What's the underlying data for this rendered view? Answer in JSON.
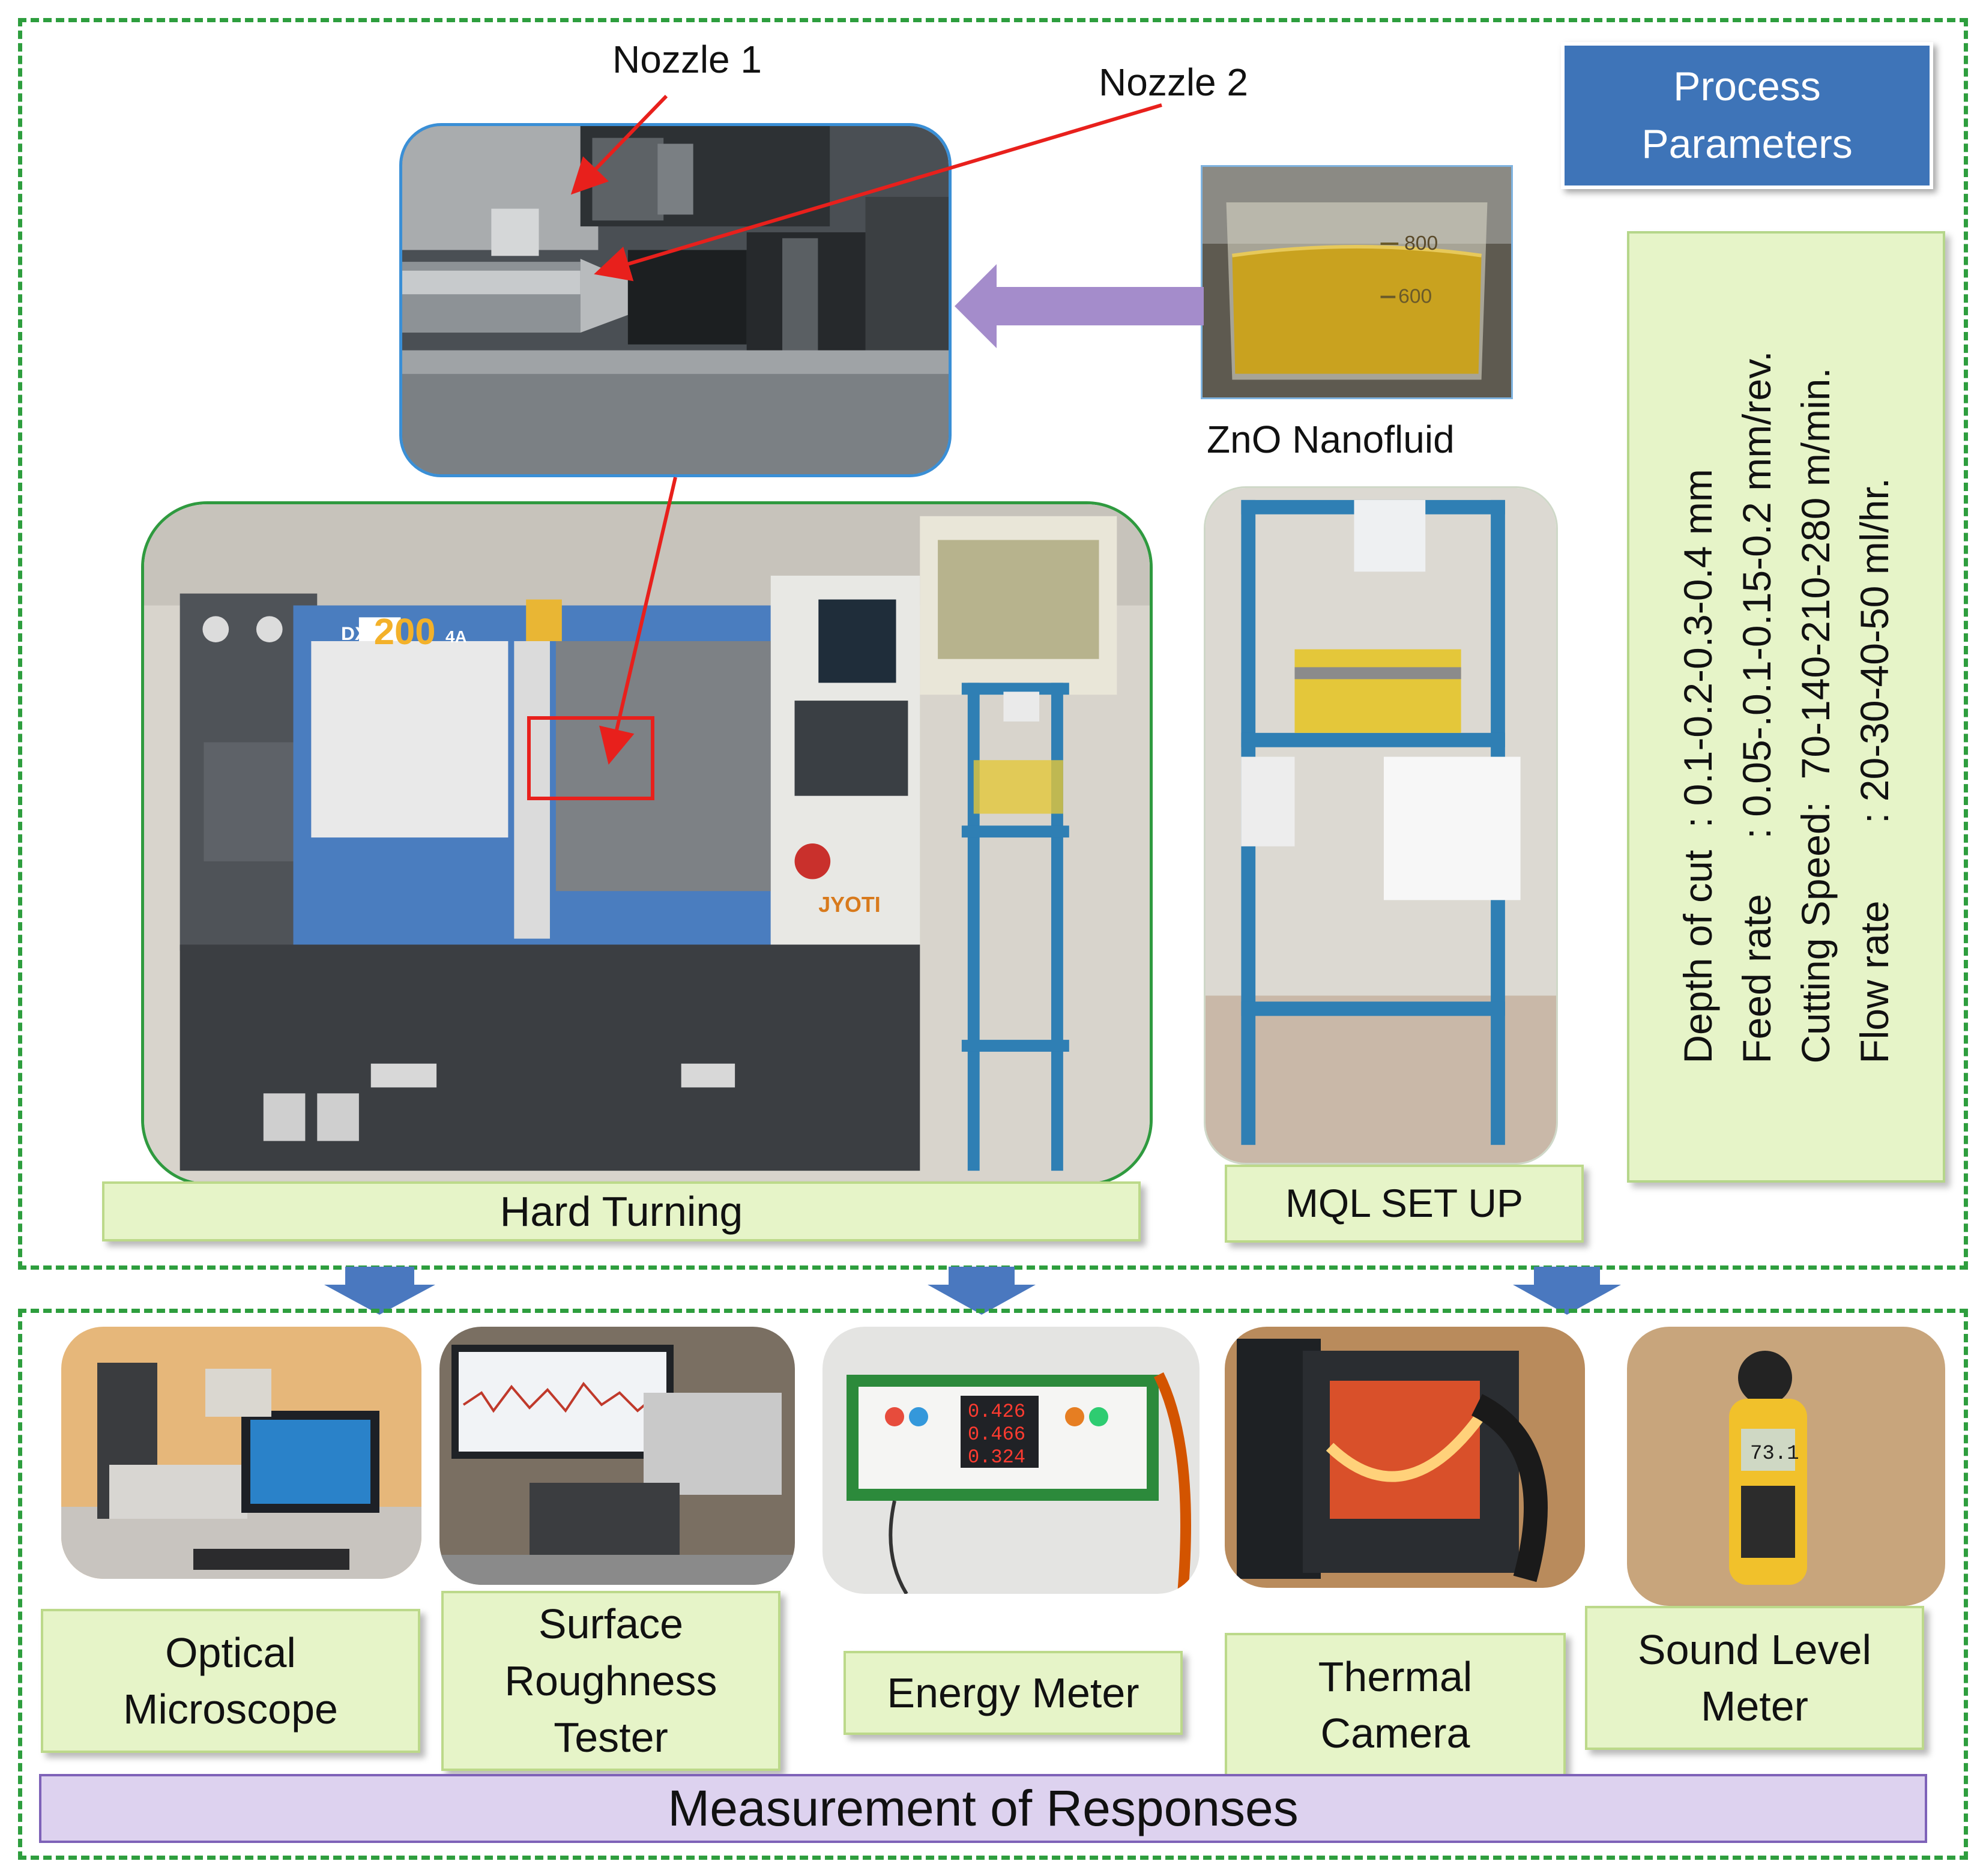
{
  "callouts": {
    "nozzle1": "Nozzle 1",
    "nozzle2": "Nozzle 2",
    "nanofluid": "ZnO Nanofluid"
  },
  "process_parameters": {
    "title_line1": "Process",
    "title_line2": "Parameters",
    "lines": [
      "Depth of cut  : 0.1-0.2-0.3-0.4 mm",
      "Feed rate     : 0.05-.0.1-0.15-0.2 mm/rev.",
      "Cutting Speed:  70-140-210-280 m/min.",
      "Flow rate       : 20-30-40-50 ml/hr."
    ]
  },
  "setup_labels": {
    "hard_turning": "Hard Turning",
    "mql_setup": "MQL SET UP"
  },
  "photo_text": {
    "machine_model_prefix": "DX",
    "machine_model_number": "200",
    "machine_model_suffix": "4A",
    "machine_brand": "JYOTI",
    "beaker_mark_800": "800",
    "beaker_mark_600": "600",
    "energy_meter_line1": "0.426",
    "energy_meter_line2": "0.466",
    "energy_meter_line3": "0.324",
    "sound_meter_reading": "73.1"
  },
  "instruments": [
    {
      "line1": "Optical",
      "line2": "Microscope",
      "line3": ""
    },
    {
      "line1": "Surface",
      "line2": "Roughness",
      "line3": "Tester"
    },
    {
      "line1": "Energy Meter",
      "line2": "",
      "line3": ""
    },
    {
      "line1": "Thermal",
      "line2": "Camera",
      "line3": ""
    },
    {
      "line1": "Sound Level",
      "line2": "Meter",
      "line3": ""
    }
  ],
  "responses_title": "Measurement of Responses",
  "colors": {
    "dashed_border": "#2e9e3e",
    "label_fill": "#e6f4c8",
    "process_box": "#3e74b8",
    "down_arrow": "#4a78bf",
    "left_arrow": "#a48ccb",
    "callout_arrow": "#e8201c",
    "responses_fill": "#ddd2ef"
  }
}
